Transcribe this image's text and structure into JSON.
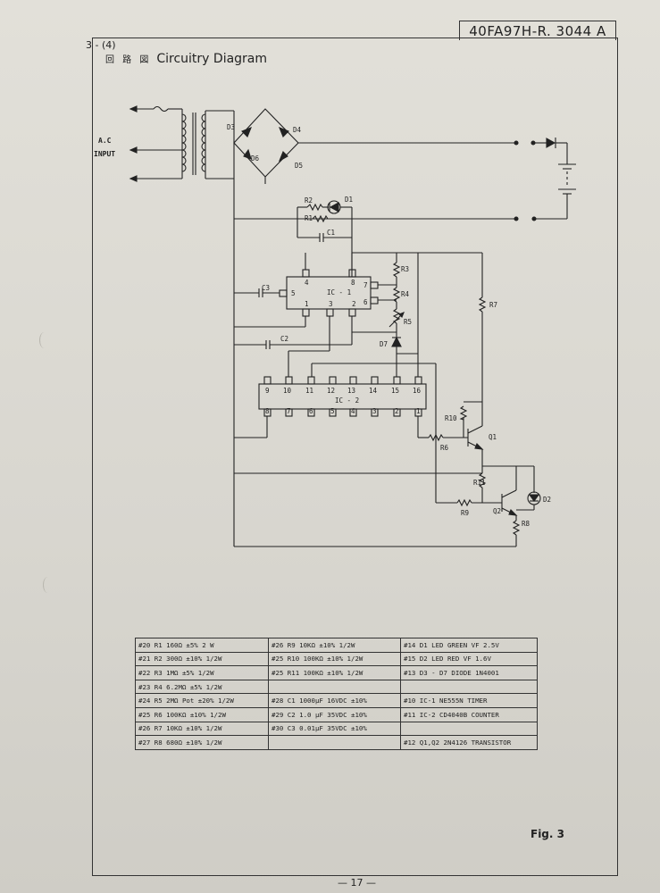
{
  "doc_number": "40FA97H-R. 3044 A",
  "section": "3 - (4)",
  "title_jp": "回 路 図",
  "title_en": "Circuitry Diagram",
  "labels": {
    "ac": "A.C",
    "input": "INPUT",
    "ic1": "IC - 1",
    "ic2": "IC - 2",
    "d1": "D1",
    "d2": "D2",
    "d3": "D3",
    "d4": "D4",
    "d5": "D5",
    "d6": "D6",
    "d7": "D7",
    "r1": "R1",
    "r2": "R2",
    "r3": "R3",
    "r4": "R4",
    "r5": "R5",
    "r6": "R6",
    "r7": "R7",
    "r8": "R8",
    "r9": "R9",
    "r10": "R10",
    "r11": "R11",
    "c1": "C1",
    "c2": "C2",
    "c3": "C3",
    "q1": "Q1",
    "q2": "Q2",
    "ic1_pins": [
      "4",
      "8",
      "7",
      "6",
      "5",
      "1",
      "3",
      "2"
    ],
    "ic2_top_pins": [
      "9",
      "10",
      "11",
      "12",
      "13",
      "14",
      "15",
      "16"
    ],
    "ic2_bottom_pins": [
      "8",
      "7",
      "6",
      "5",
      "4",
      "3",
      "2",
      "1"
    ]
  },
  "parts_table": [
    [
      "#20 R1 160Ω  ±5%   2 W",
      "#26 R9   10KΩ ±10% 1/2W",
      "#14 D1  LED    GREEN   VF 2.5V"
    ],
    [
      "#21 R2 300Ω ±10% 1/2W",
      "#25 R10 100KΩ  ±10% 1/2W",
      "#15 D2  LED    RED     VF 1.6V"
    ],
    [
      "#22 R3 1MΩ   ±5%  1/2W",
      "#25 R11 100KΩ ±10% 1/2W",
      "#13 D3 - D7   DIODE  1N4001"
    ],
    [
      "#23 R4 6.2MΩ ±5%  1/2W",
      "",
      ""
    ],
    [
      "#24 R5 2MΩ    Pot ±20% 1/2W",
      "#28 C1  1000μF 16VDC  ±10%",
      "#10 IC-1    NE555N   TIMER"
    ],
    [
      "#25 R6 100KΩ ±10% 1/2W",
      "#29 C2  1.0 μF  35VDC  ±10%",
      "#11 IC-2   CD4040B  COUNTER"
    ],
    [
      "#26 R7 10KΩ  ±10% 1/2W",
      "#30 C3  0.01μF  35VDC  ±10%",
      ""
    ],
    [
      "#27 R8 680Ω  ±10% 1/2W",
      "",
      "#12 Q1,Q2  2N4126  TRANSISTOR"
    ]
  ],
  "fig_label": "Fig. 3",
  "page_number": "— 17 —"
}
